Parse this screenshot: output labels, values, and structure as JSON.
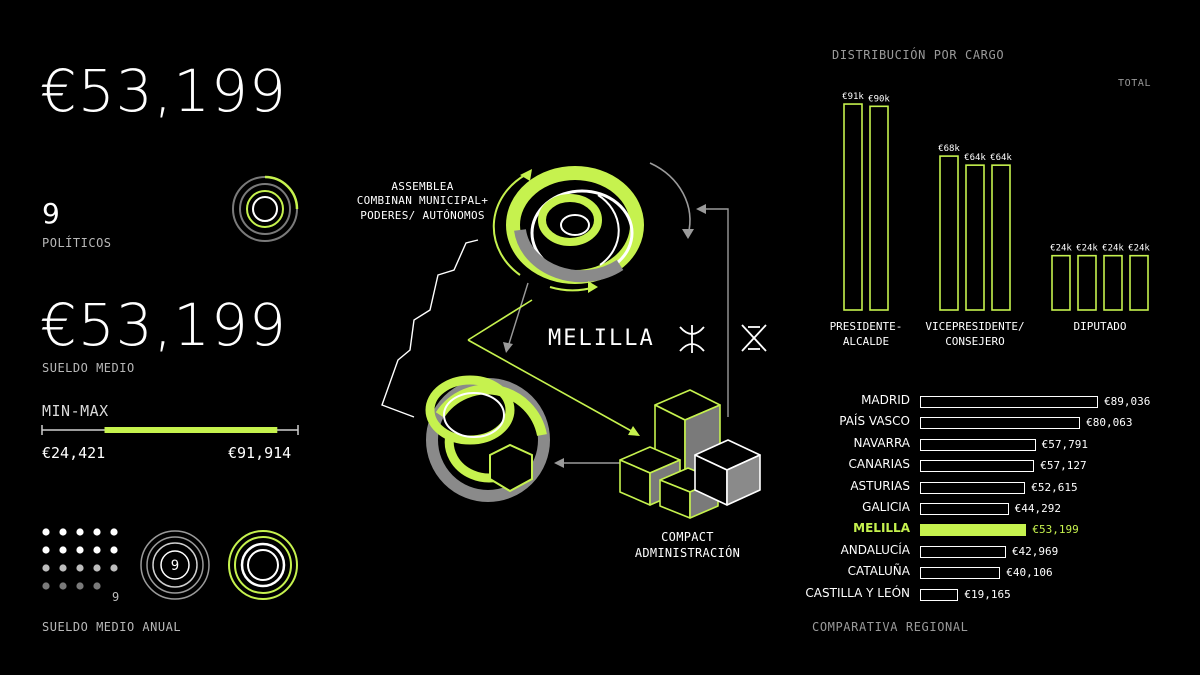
{
  "colors": {
    "accent": "#c6f24e",
    "background": "#000000",
    "text": "#ffffff",
    "muted": "#9a9a9a",
    "grey": "#8a8a8a"
  },
  "left": {
    "headline_value": "€53,199",
    "politicians_count": "9",
    "politicians_label": "POLÍTICOS",
    "avg_salary_value": "€53,199",
    "avg_salary_label": "SUELDO MEDIO",
    "minmax_label": "MIN-MAX",
    "min_value": "€24,421",
    "max_value": "€91,914",
    "range_fill": {
      "min": 24421,
      "max": 91914,
      "axis_min": 0,
      "axis_max": 100000
    },
    "dots_count_label": "9",
    "ring_count_label": "9",
    "annual_label": "SUELDO MEDIO ANUAL"
  },
  "center": {
    "assembly_lines": [
      "ASSEMBLEA",
      "COMBINAN MUNICIPAL+",
      "PODERES/ AUTÓNOMOS"
    ],
    "region_name": "MELILLA",
    "compact_lines": [
      "COMPACT",
      "ADMINISTRACIÓN"
    ]
  },
  "chart_data": [
    {
      "type": "bar",
      "title": "DISTRIBUCIÓN POR CARGO",
      "legend": "TOTAL",
      "ylim": [
        0,
        95000
      ],
      "groups": [
        {
          "name_lines": [
            "PRESIDENTE-",
            "ALCALDE"
          ],
          "labels": [
            "€91k",
            "€90k"
          ],
          "values": [
            91000,
            90000
          ]
        },
        {
          "name_lines": [
            "VICEPRESIDENTE/",
            "CONSEJERO"
          ],
          "labels": [
            "€68k",
            "€64k",
            "€64k"
          ],
          "values": [
            68000,
            64000,
            64000
          ]
        },
        {
          "name_lines": [
            "DIPUTADO"
          ],
          "labels": [
            "€24k",
            "€24k",
            "€24k",
            "€24k"
          ],
          "values": [
            24000,
            24000,
            24000,
            24000
          ]
        }
      ]
    },
    {
      "type": "bar",
      "orientation": "horizontal",
      "title": "COMPARATIVA REGIONAL",
      "xlim": [
        0,
        95000
      ],
      "highlight": "MELILLA",
      "categories": [
        "MADRID",
        "PAÍS VASCO",
        "NAVARRA",
        "CANARIAS",
        "ASTURIAS",
        "GALICIA",
        "MELILLA",
        "ANDALUCÍA",
        "CATALUÑA",
        "CASTILLA Y LEÓN"
      ],
      "labels": [
        "€89,036",
        "€80,063",
        "€57,791",
        "€57,127",
        "€52,615",
        "€44,292",
        "€53,199",
        "€42,969",
        "€40,106",
        "€19,165"
      ],
      "values": [
        89036,
        80063,
        57791,
        57127,
        52615,
        44292,
        53199,
        42969,
        40106,
        19165
      ]
    }
  ]
}
